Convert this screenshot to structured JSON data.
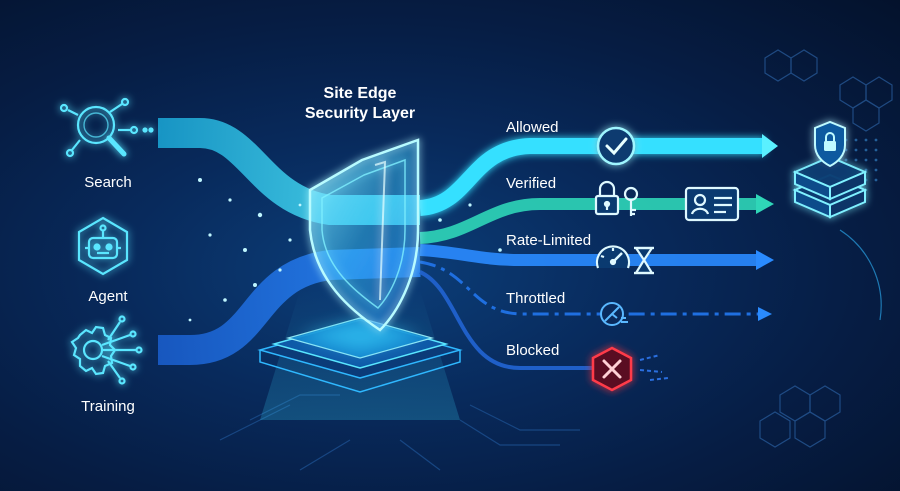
{
  "title_lines": [
    "Site Edge",
    "Security Layer"
  ],
  "sources": [
    {
      "label": "Search",
      "icon": "magnifier-network-icon"
    },
    {
      "label": "Agent",
      "icon": "robot-hexagon-icon"
    },
    {
      "label": "Training",
      "icon": "gear-neural-icon"
    }
  ],
  "outcomes": [
    {
      "label": "Allowed",
      "icon": "checkmark-circle-icon",
      "color": "#34e0ff"
    },
    {
      "label": "Verified",
      "icon": "padlock-key-id-card-icon",
      "color": "#2fd6b8"
    },
    {
      "label": "Rate-Limited",
      "icon": "speedometer-hourglass-icon",
      "color": "#2a8bff"
    },
    {
      "label": "Throttled",
      "icon": "slow-gauge-icon",
      "color": "#1f6fe0"
    },
    {
      "label": "Blocked",
      "icon": "x-hexagon-icon",
      "color": "#ff3b4a"
    }
  ],
  "destination": {
    "icon": "secure-server-stack-icon"
  },
  "colors": {
    "background": "#061d44",
    "cyan": "#34e0ff",
    "teal": "#2fd6b8",
    "blue": "#2a8bff",
    "red": "#ff3b4a"
  }
}
